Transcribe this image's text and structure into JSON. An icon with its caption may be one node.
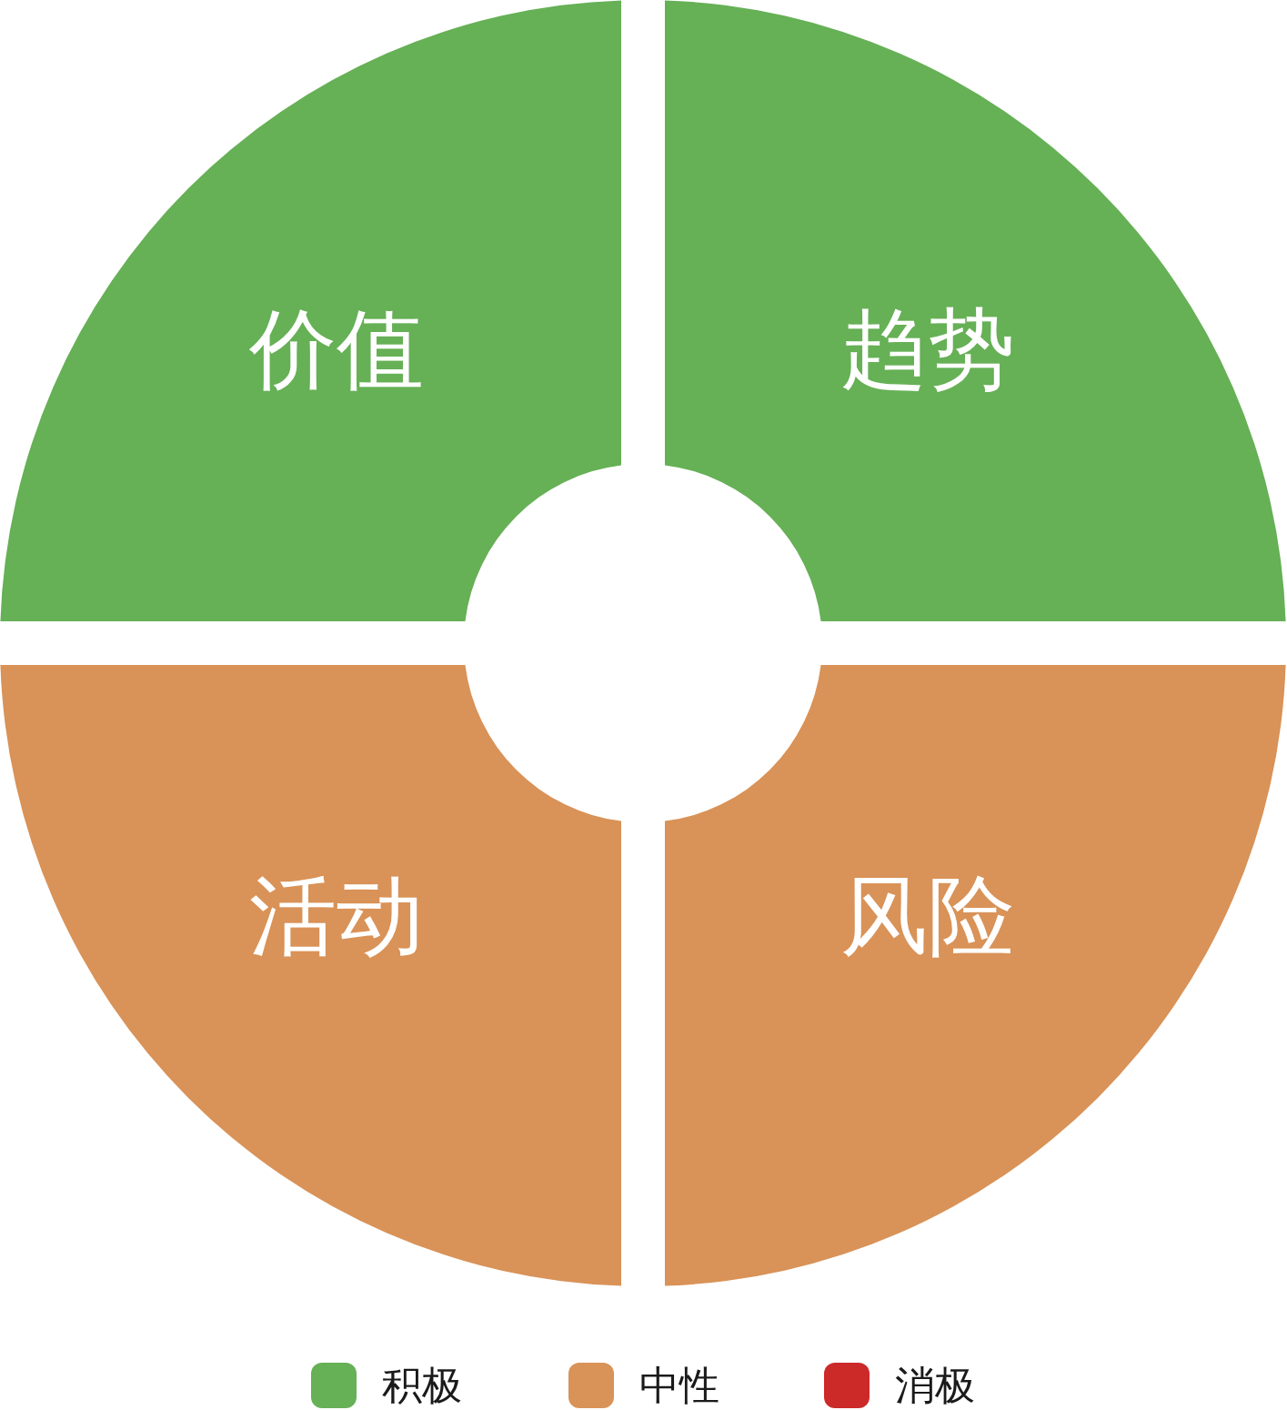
{
  "diagram": {
    "nodes": [
      {
        "text": [
          "价值"
        ]
      },
      {
        "text": [
          "趋势"
        ]
      },
      {
        "text": [
          "活动"
        ]
      },
      {
        "text": [
          "风险"
        ]
      }
    ],
    "legend": [
      {
        "text": "积极",
        "color": "#66b056"
      },
      {
        "text": "中性",
        "color": "#d99257"
      },
      {
        "text": "消极",
        "color": "#cc2929"
      }
    ]
  }
}
